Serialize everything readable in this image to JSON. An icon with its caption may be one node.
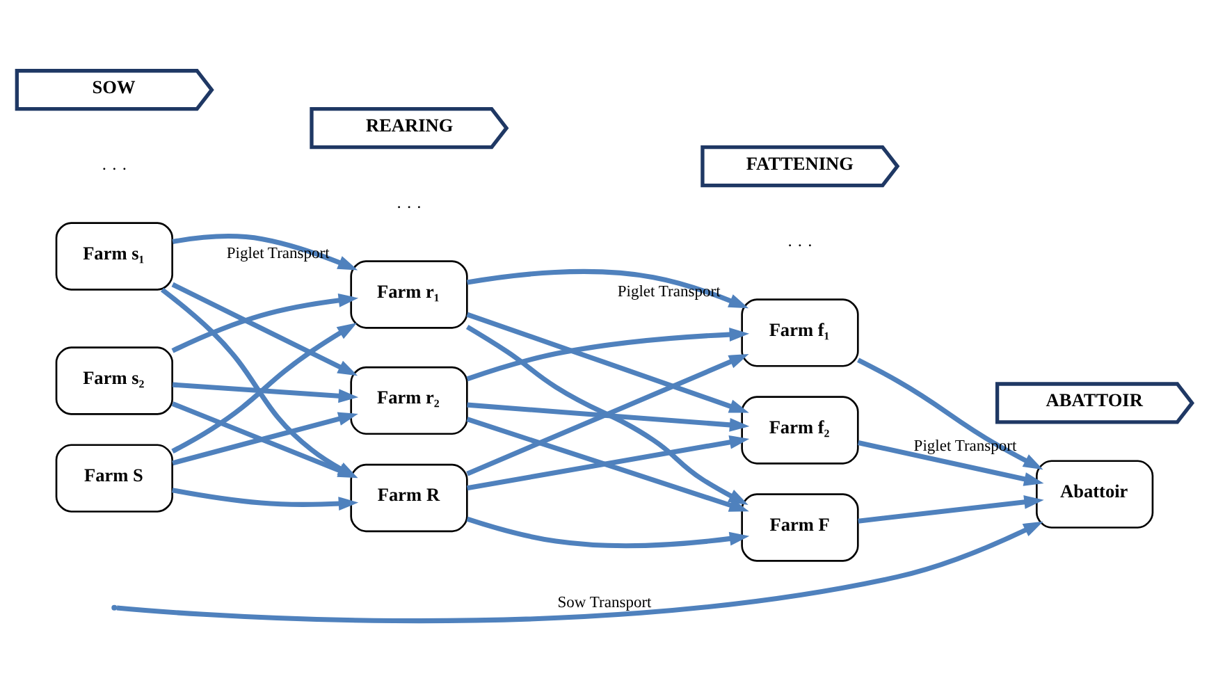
{
  "diagram": {
    "nodes": [
      {
        "text": [
          "Farm s₁"
        ]
      },
      {
        "text": [
          "Farm s₂"
        ]
      },
      {
        "text": [
          "Farm S"
        ]
      },
      {
        "text": [
          "Farm r₁"
        ]
      },
      {
        "text": [
          "Farm r₂"
        ]
      },
      {
        "text": [
          "Farm R"
        ]
      },
      {
        "text": [
          "Farm f₁"
        ]
      },
      {
        "text": [
          "Farm f₂"
        ]
      },
      {
        "text": [
          "Farm F"
        ]
      },
      {
        "text": [
          "Abattoir"
        ]
      },
      {
        "text": [
          "SOW"
        ]
      },
      {
        "text": [
          "REARING"
        ]
      },
      {
        "text": [
          "FATTENING"
        ]
      },
      {
        "text": [
          "ABATTOIR"
        ]
      }
    ],
    "edges": [
      {
        "from": 0,
        "to": 3,
        "arrow": "to",
        "label": "Piglet Transport"
      },
      {
        "from": 0,
        "to": 4,
        "arrow": "to"
      },
      {
        "from": 0,
        "to": 5,
        "arrow": "to"
      },
      {
        "from": 1,
        "to": 3,
        "arrow": "to"
      },
      {
        "from": 1,
        "to": 4,
        "arrow": "to"
      },
      {
        "from": 1,
        "to": 5,
        "arrow": "to"
      },
      {
        "from": 2,
        "to": 3,
        "arrow": "to"
      },
      {
        "from": 2,
        "to": 4,
        "arrow": "to"
      },
      {
        "from": 2,
        "to": 5,
        "arrow": "to"
      },
      {
        "from": 3,
        "to": 6,
        "arrow": "to",
        "label": "Piglet Transport"
      },
      {
        "from": 3,
        "to": 7,
        "arrow": "to"
      },
      {
        "from": 3,
        "to": 8,
        "arrow": "to"
      },
      {
        "from": 4,
        "to": 6,
        "arrow": "to"
      },
      {
        "from": 4,
        "to": 7,
        "arrow": "to"
      },
      {
        "from": 4,
        "to": 8,
        "arrow": "to"
      },
      {
        "from": 5,
        "to": 6,
        "arrow": "to"
      },
      {
        "from": 5,
        "to": 7,
        "arrow": "to"
      },
      {
        "from": 5,
        "to": 8,
        "arrow": "to"
      },
      {
        "from": 6,
        "to": 9,
        "arrow": "to",
        "label": "Piglet Transport"
      },
      {
        "from": 7,
        "to": 9,
        "arrow": "to"
      },
      {
        "from": 8,
        "to": 9,
        "arrow": "to"
      },
      {
        "from": null,
        "to": 9,
        "arrow": "to",
        "label": "Sow Transport"
      }
    ],
    "labels": [
      "· · ·",
      "· · ·",
      "· · ·"
    ]
  }
}
